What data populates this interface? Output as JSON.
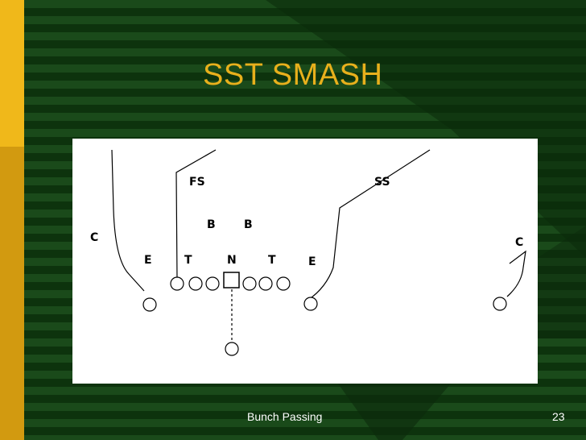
{
  "slide": {
    "title": "SST SMASH",
    "footer_text": "Bunch Passing",
    "slide_number": "23"
  },
  "diagram": {
    "defenders": {
      "fs": "FS",
      "ss": "SS",
      "b1": "B",
      "b2": "B",
      "c_left": "C",
      "c_right": "C",
      "e_left": "E",
      "e_right": "E",
      "t_left": "T",
      "t_right": "T",
      "n": "N"
    }
  },
  "colors": {
    "title": "#e8b01c",
    "accent_bar": "#f0b81a",
    "background": "#123f12",
    "panel": "#ffffff"
  }
}
